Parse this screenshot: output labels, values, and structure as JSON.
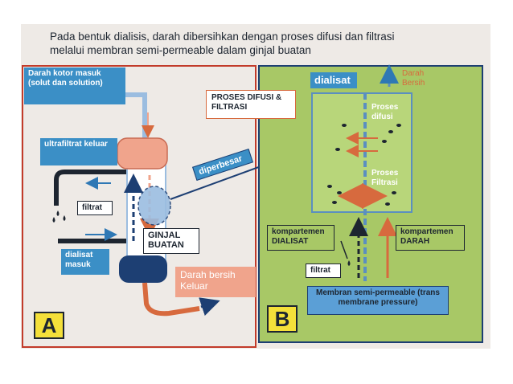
{
  "title": {
    "line1": "Pada bentuk dialisis, darah dibersihkan dengan proses difusi dan filtrasi",
    "line2": "melalui membran semi-permeable dalam ginjal buatan"
  },
  "panel_a": {
    "letter": "A",
    "darah_kotor_masuk": "Darah kotor masuk (solut dan solution)",
    "ultrafiltrat_keluar": "ultrafiltrat keluar",
    "filtrat": "filtrat",
    "dialisat_masuk": "dialisat masuk",
    "ginjal_buatan": "GINJAL BUATAN",
    "darah_bersih_keluar": "Darah bersih Keluar",
    "diperbesar": "diperbesar"
  },
  "panel_b": {
    "letter": "B",
    "proses_difusi_filtrasi": "PROSES DIFUSI & FILTRASI",
    "dialisat": "dialisat",
    "darah_bersih": "Darah Bersih",
    "proses_difusi": "Proses difusi",
    "proses_filtrasi": "Proses Filtrasi",
    "kompartemen_dialisat": "kompartemen DIALISAT",
    "kompartemen_darah": "kompartemen DARAH",
    "filtrat": "filtrat",
    "membran": "Membran semi-permeable (trans membrane pressure)"
  },
  "colors": {
    "blue": "#3b8fc6",
    "green_panel": "#a8c866",
    "orange": "#d76a3e",
    "salmon": "#f0a48c",
    "navy": "#1d3f73",
    "yellow": "#f4e03a"
  }
}
